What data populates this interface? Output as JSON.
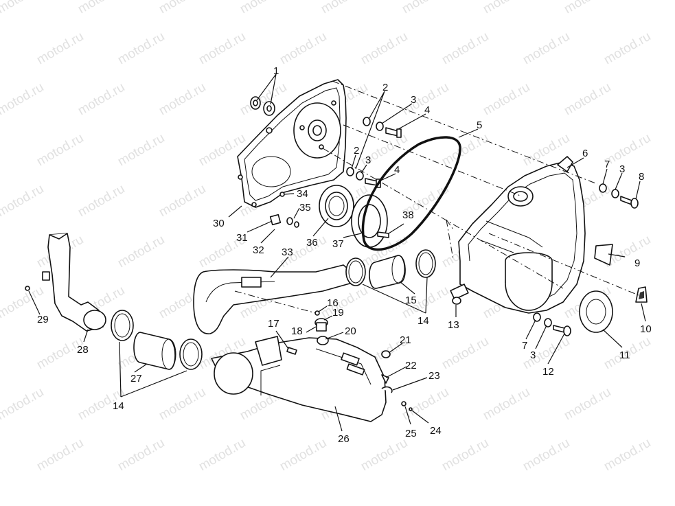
{
  "watermark": {
    "text": "motod.ru"
  },
  "callouts": [
    {
      "id": "c1",
      "text": "1"
    },
    {
      "id": "c2a",
      "text": "2"
    },
    {
      "id": "c3a",
      "text": "3"
    },
    {
      "id": "c4a",
      "text": "4"
    },
    {
      "id": "c5",
      "text": "5"
    },
    {
      "id": "c2b",
      "text": "2"
    },
    {
      "id": "c3b",
      "text": "3"
    },
    {
      "id": "c4b",
      "text": "4"
    },
    {
      "id": "c6",
      "text": "6"
    },
    {
      "id": "c7a",
      "text": "7"
    },
    {
      "id": "c3c",
      "text": "3"
    },
    {
      "id": "c8",
      "text": "8"
    },
    {
      "id": "c30",
      "text": "30"
    },
    {
      "id": "c34",
      "text": "34"
    },
    {
      "id": "c35",
      "text": "35"
    },
    {
      "id": "c31",
      "text": "31"
    },
    {
      "id": "c32",
      "text": "32"
    },
    {
      "id": "c36",
      "text": "36"
    },
    {
      "id": "c37",
      "text": "37"
    },
    {
      "id": "c38",
      "text": "38"
    },
    {
      "id": "c33",
      "text": "33"
    },
    {
      "id": "c9",
      "text": "9"
    },
    {
      "id": "c15",
      "text": "15"
    },
    {
      "id": "c16",
      "text": "16"
    },
    {
      "id": "c14a",
      "text": "14"
    },
    {
      "id": "c13",
      "text": "13"
    },
    {
      "id": "c10",
      "text": "10"
    },
    {
      "id": "c29",
      "text": "29"
    },
    {
      "id": "c19",
      "text": "19"
    },
    {
      "id": "c17",
      "text": "17"
    },
    {
      "id": "c18",
      "text": "18"
    },
    {
      "id": "c20",
      "text": "20"
    },
    {
      "id": "c7b",
      "text": "7"
    },
    {
      "id": "c3d",
      "text": "3"
    },
    {
      "id": "c11",
      "text": "11"
    },
    {
      "id": "c28",
      "text": "28"
    },
    {
      "id": "c21",
      "text": "21"
    },
    {
      "id": "c12",
      "text": "12"
    },
    {
      "id": "c27",
      "text": "27"
    },
    {
      "id": "c22",
      "text": "22"
    },
    {
      "id": "c23",
      "text": "23"
    },
    {
      "id": "c14b",
      "text": "14"
    },
    {
      "id": "c26",
      "text": "26"
    },
    {
      "id": "c25",
      "text": "25"
    },
    {
      "id": "c24",
      "text": "24"
    }
  ]
}
